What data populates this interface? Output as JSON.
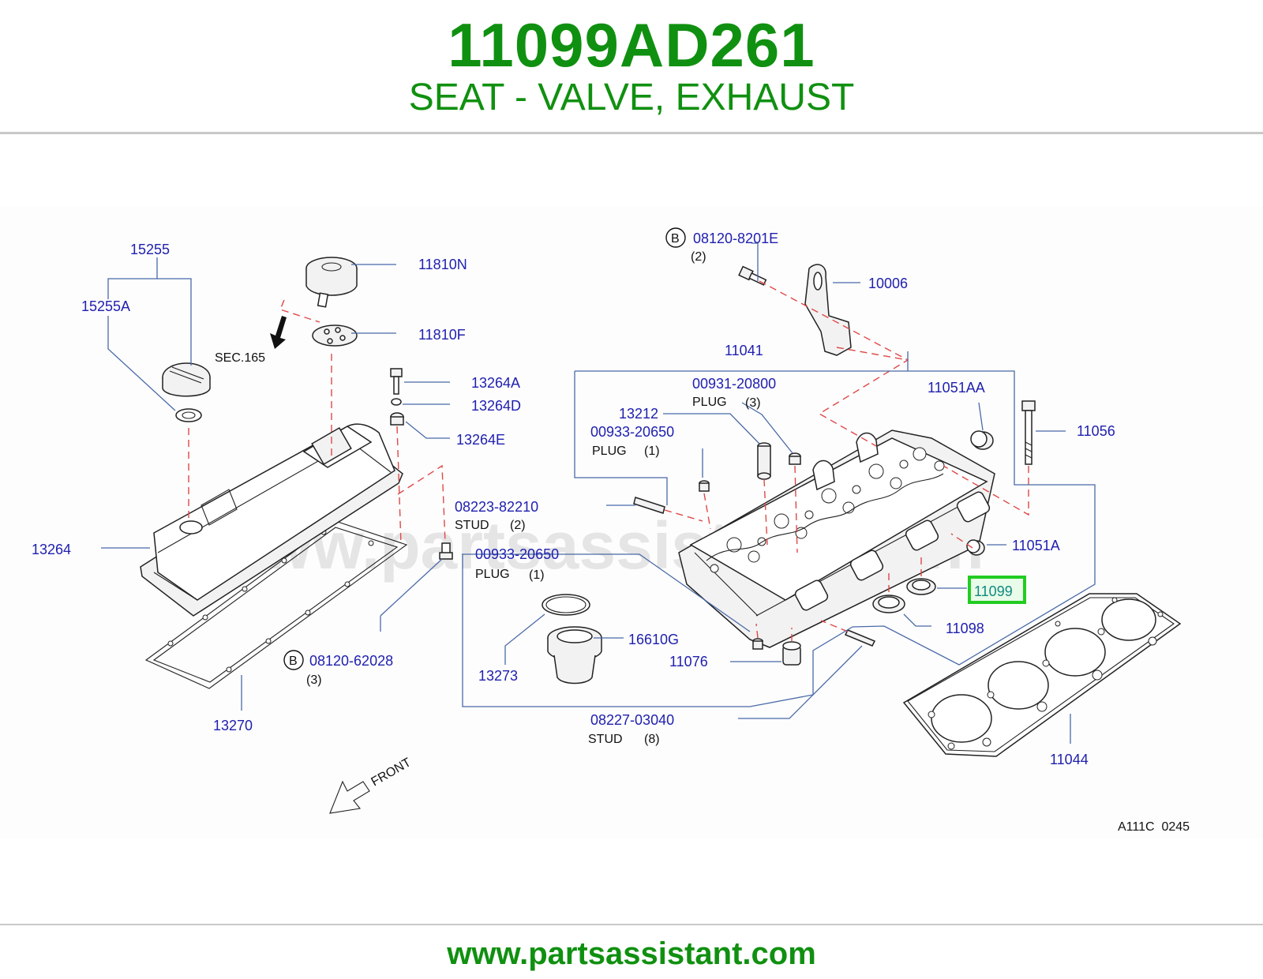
{
  "header": {
    "part_number": "11099AD261",
    "description": "SEAT - VALVE, EXHAUST"
  },
  "footer": {
    "website": "www.partsassistant.com"
  },
  "watermark": "www.partsassistant.com",
  "colors": {
    "accent": "#109010",
    "label": "#2020b0",
    "leader": "#4a6aa8",
    "dash": "#e04848",
    "highlight": "#22cc22"
  },
  "diagram": {
    "highlighted_part": "11099",
    "code": "A111C  0245",
    "front_label": "FRONT",
    "section_ref": "SEC.165",
    "callouts": {
      "p15255": "15255",
      "p15255A": "15255A",
      "p11810N": "11810N",
      "p11810F": "11810F",
      "p13264A": "13264A",
      "p13264D": "13264D",
      "p13264E": "13264E",
      "p13264": "13264",
      "p13270": "13270",
      "p08120_62028": "08120-62028",
      "p08120_62028_qty": "(3)",
      "p08223_82210": "08223-82210",
      "p08223_82210_name": "STUD",
      "p08223_82210_qty": "(2)",
      "p00933_20650a": "00933-20650",
      "p00933_20650a_name": "PLUG",
      "p00933_20650a_qty": "(1)",
      "p00933_20650b": "00933-20650",
      "p00933_20650b_name": "PLUG",
      "p00933_20650b_qty": "(1)",
      "p13212": "13212",
      "p00931_20800": "00931-20800",
      "p00931_20800_name": "PLUG",
      "p00931_20800_qty": "(3)",
      "p11041": "11041",
      "p08120_8201E": "08120-8201E",
      "p08120_8201E_qty": "(2)",
      "p10006": "10006",
      "p11051AA": "11051AA",
      "p11056": "11056",
      "p11051A": "11051A",
      "p11099": "11099",
      "p11098": "11098",
      "p16610G": "16610G",
      "p13273": "13273",
      "p11076": "11076",
      "p08227_03040": "08227-03040",
      "p08227_03040_name": "STUD",
      "p08227_03040_qty": "(8)",
      "p11044": "11044",
      "bolt_mark": "B"
    }
  }
}
